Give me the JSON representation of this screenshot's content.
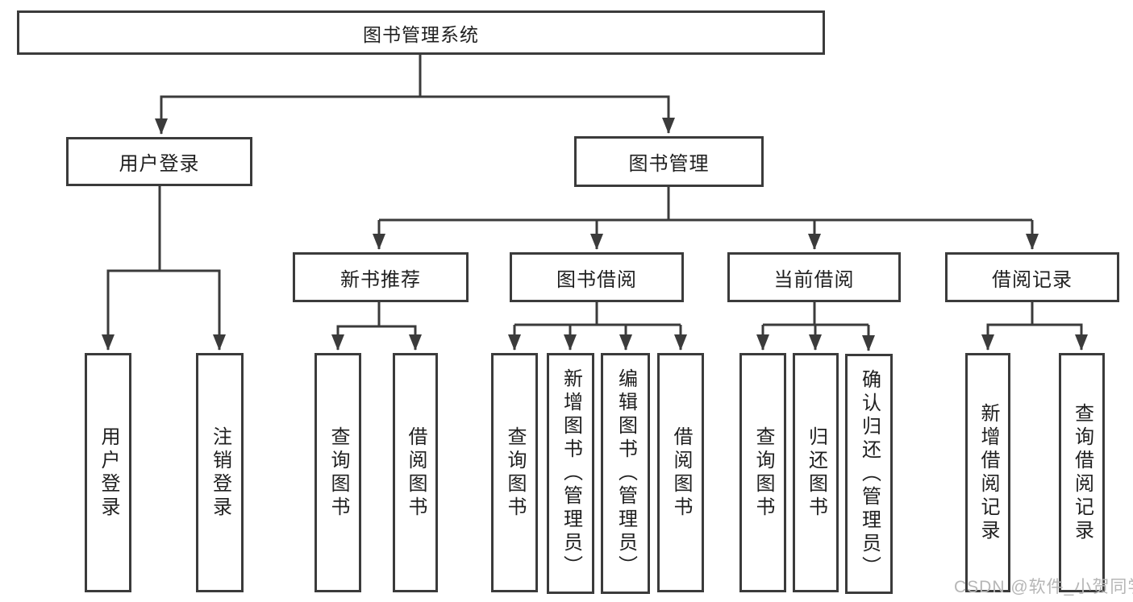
{
  "nodes": {
    "root": "图书管理系统",
    "user_login": "用户登录",
    "book_mgmt": "图书管理",
    "new_book_rec": "新书推荐",
    "book_borrow": "图书借阅",
    "current_borrow": "当前借阅",
    "borrow_records": "借阅记录",
    "ul_login": "用户登录",
    "ul_logout": "注销登录",
    "nb_query": "查询图书",
    "nb_borrow": "借阅图书",
    "bb_query": "查询图书",
    "bb_add": "新增图书（管理员）",
    "bb_edit": "编辑图书（管理员）",
    "bb_borrow": "借阅图书",
    "cb_query": "查询图书",
    "cb_return": "归还图书",
    "cb_confirm": "确认归还（管理员）",
    "br_add": "新增借阅记录",
    "br_query": "查询借阅记录"
  },
  "watermark": "CSDN @软件_小贺同学",
  "colors": {
    "line": "#3b3b3b",
    "text": "#1f1f1f",
    "watermark": "#b6b6b6"
  }
}
